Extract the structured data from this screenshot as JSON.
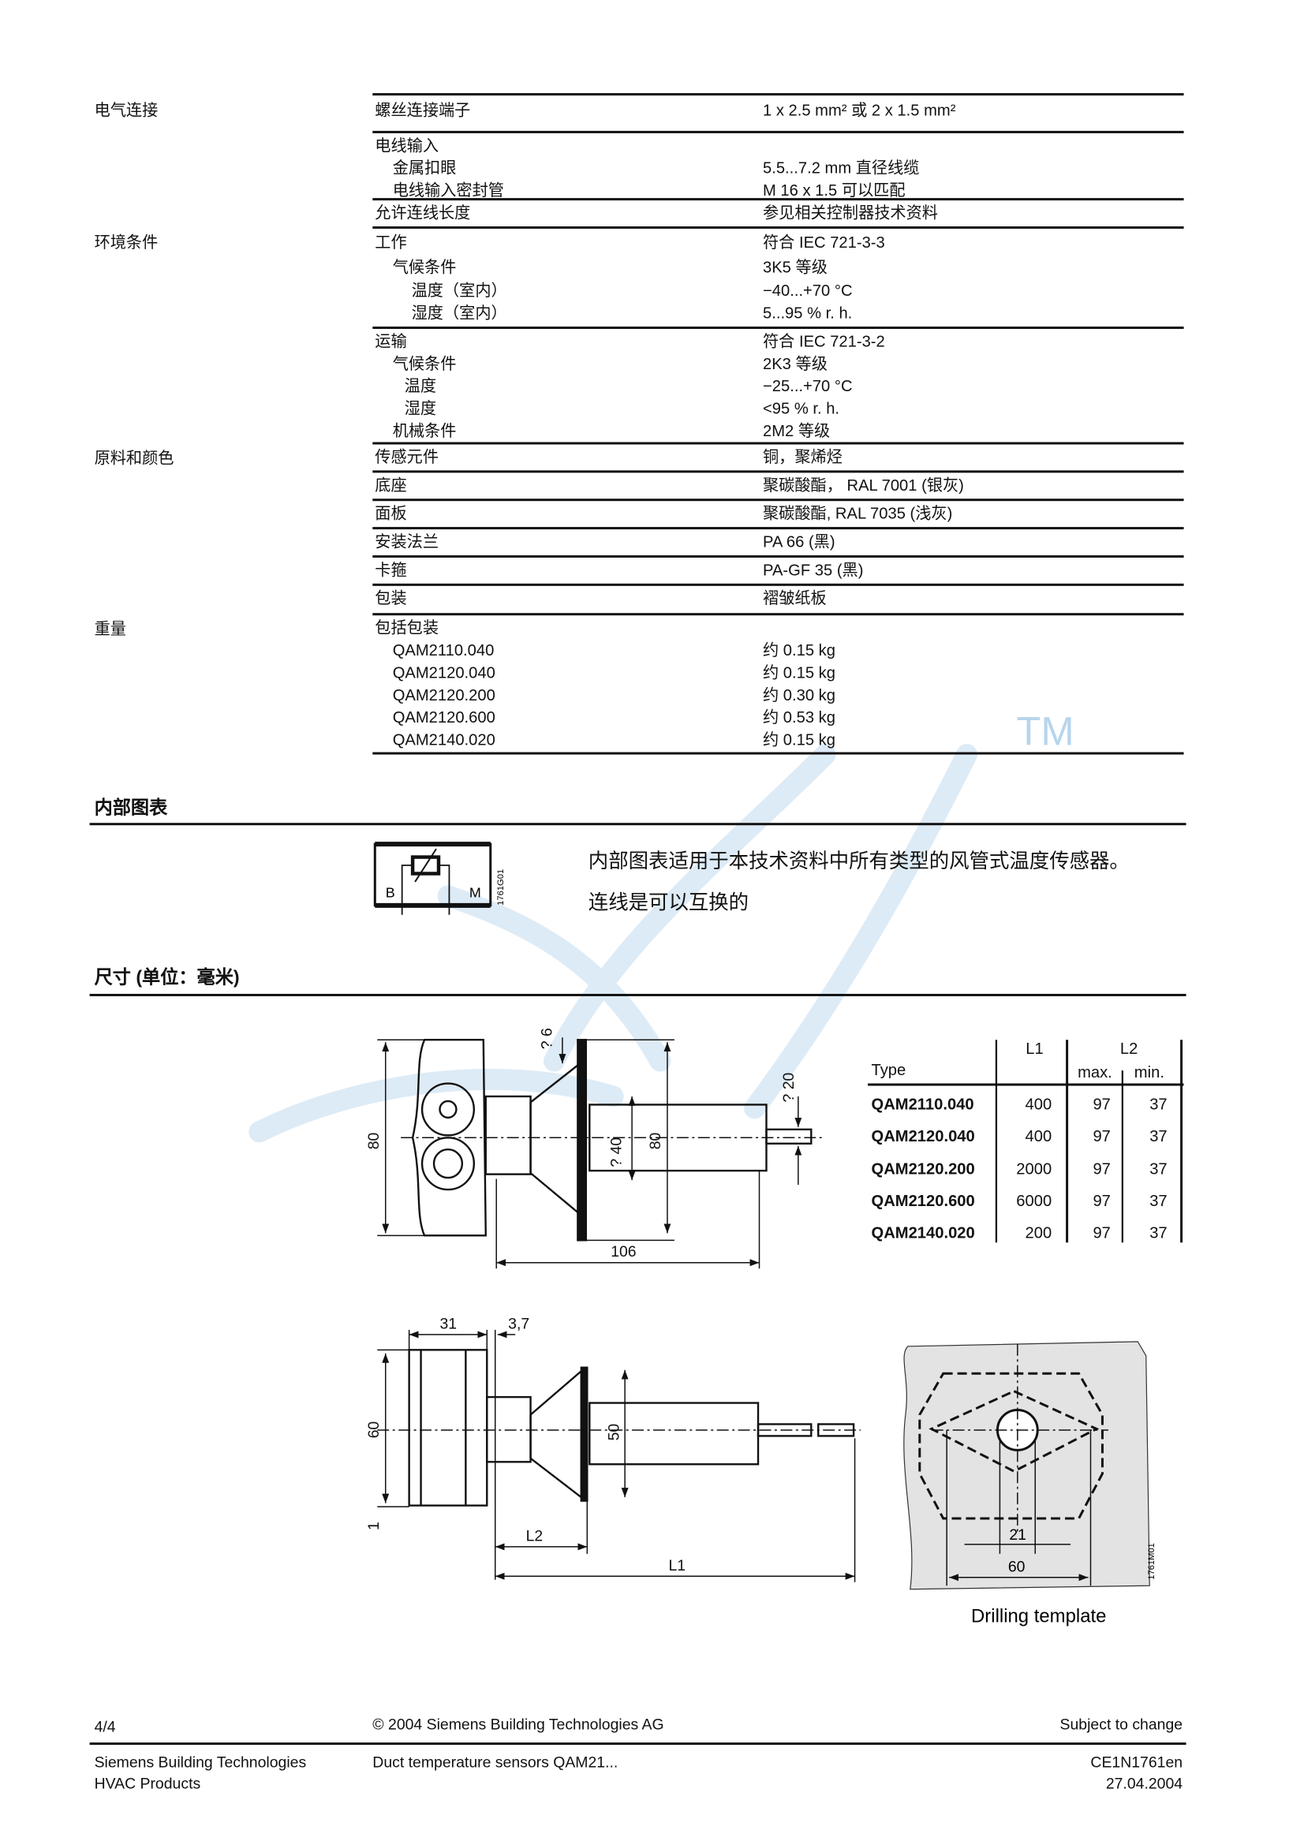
{
  "watermark": {
    "text": "TM",
    "color": "#9ec6e6"
  },
  "specs": [
    {
      "section": "电气连接",
      "rows": [
        {
          "label": "螺丝连接端子",
          "value": "1 x 2.5 mm² 或 2 x 1.5 mm²",
          "indent": 0
        }
      ]
    },
    {
      "section": "",
      "rows": [
        {
          "label": "电线输入",
          "value": "",
          "indent": 0
        },
        {
          "label": "金属扣眼",
          "value": "5.5...7.2 mm 直径线缆",
          "indent": 1
        },
        {
          "label": "电线输入密封管",
          "value": "M 16 x 1.5 可以匹配",
          "indent": 1
        }
      ]
    },
    {
      "section": "",
      "rows": [
        {
          "label": "允许连线长度",
          "value": "参见相关控制器技术资料",
          "indent": 0
        }
      ]
    },
    {
      "section": "环境条件",
      "rows": [
        {
          "label": "工作",
          "value": "符合 IEC 721-3-3",
          "indent": 0
        },
        {
          "label": "气候条件",
          "value": " 3K5 等级",
          "indent": 1
        },
        {
          "label": "温度（室内）",
          "value": "−40...+70 °C",
          "indent": 2
        },
        {
          "label": "湿度（室内）",
          "value": "5...95 % r. h.",
          "indent": 2
        }
      ]
    },
    {
      "section": "",
      "rows": [
        {
          "label": "运输",
          "value": "符合 IEC 721-3-2",
          "indent": 0
        },
        {
          "label": "气候条件",
          "value": "2K3 等级",
          "indent": 1
        },
        {
          "label": "温度",
          "value": "−25...+70 °C",
          "indent": 3
        },
        {
          "label": "湿度",
          "value": "<95 % r. h.",
          "indent": 3
        },
        {
          "label": "机械条件",
          "value": "2M2 等级",
          "indent": 1
        }
      ]
    },
    {
      "section": "原料和颜色",
      "rows": [
        {
          "label": "传感元件",
          "value": "铜，聚烯烃",
          "indent": 0
        }
      ]
    },
    {
      "section": "",
      "rows": [
        {
          "label": "底座",
          "value": "聚碳酸酯， RAL 7001 (银灰)",
          "indent": 0
        }
      ]
    },
    {
      "section": "",
      "rows": [
        {
          "label": "面板",
          "value": "聚碳酸酯, RAL 7035 (浅灰)",
          "indent": 0
        }
      ]
    },
    {
      "section": "",
      "rows": [
        {
          "label": "安装法兰",
          "value": "PA 66 (黑)",
          "indent": 0
        }
      ]
    },
    {
      "section": "",
      "rows": [
        {
          "label": "卡箍",
          "value": "PA-GF 35 (黑)",
          "indent": 0
        }
      ]
    },
    {
      "section": "",
      "rows": [
        {
          "label": "包装",
          "value": "褶皱纸板",
          "indent": 0
        }
      ]
    },
    {
      "section": "重量",
      "rows": [
        {
          "label": "包括包装",
          "value": "",
          "indent": 0
        },
        {
          "label": "QAM2110.040",
          "value": "约 0.15 kg",
          "indent": 1
        },
        {
          "label": "QAM2120.040",
          "value": "约 0.15 kg",
          "indent": 1
        },
        {
          "label": "QAM2120.200",
          "value": "约 0.30 kg",
          "indent": 1
        },
        {
          "label": "QAM2120.600",
          "value": "约 0.53 kg",
          "indent": 1
        },
        {
          "label": "QAM2140.020",
          "value": "约 0.15 kg",
          "indent": 1
        }
      ]
    }
  ],
  "internal": {
    "heading": "内部图表",
    "terminal_b": "B",
    "terminal_m": "M",
    "fig_code": "1761G01",
    "text1": "内部图表适用于本技术资料中所有类型的风管式温度传感器。",
    "text2": "连线是可以互换的"
  },
  "dimensions": {
    "heading": "尺寸 (单位：毫米)",
    "top_view": {
      "height": "80",
      "diam_nut": "? 6",
      "diam_probe": "? 40",
      "flange": "80",
      "tip": "? 20",
      "length": "106"
    },
    "side_view": {
      "width": "31",
      "gap": "3,7",
      "height": "60",
      "offset": "1",
      "flange": "50",
      "l2": "L2",
      "l1": "L1"
    },
    "drilling": {
      "d1": "21",
      "d2": "60",
      "fig_code": "1761M01",
      "caption": "Drilling template"
    },
    "table": {
      "headers": {
        "type": "Type",
        "l1": "L1",
        "l2": "L2",
        "max": "max.",
        "min": "min."
      },
      "rows": [
        {
          "type": "QAM2110.040",
          "l1": "400",
          "max": "97",
          "min": "37"
        },
        {
          "type": "QAM2120.040",
          "l1": "400",
          "max": "97",
          "min": "37"
        },
        {
          "type": "QAM2120.200",
          "l1": "2000",
          "max": "97",
          "min": "37"
        },
        {
          "type": "QAM2120.600",
          "l1": "6000",
          "max": "97",
          "min": "37"
        },
        {
          "type": "QAM2140.020",
          "l1": "200",
          "max": "97",
          "min": "37"
        }
      ]
    }
  },
  "footer": {
    "page": "4/4",
    "copyright": "© 2004 Siemens Building Technologies AG",
    "notice": "Subject to change",
    "company1": "Siemens Building Technologies",
    "company2": "HVAC Products",
    "doc_title": "Duct temperature sensors QAM21...",
    "doc_code": "CE1N1761en",
    "date": "27.04.2004"
  }
}
